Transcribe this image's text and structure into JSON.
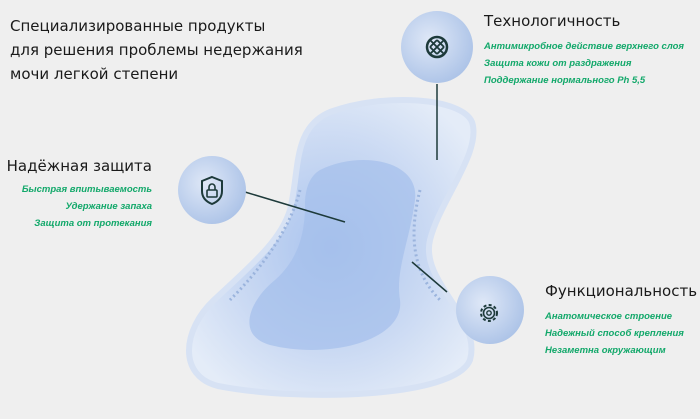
{
  "intro": {
    "lines": [
      "Специализированные продукты",
      "для решения проблемы недержания",
      "мочи легкой степени"
    ]
  },
  "protection": {
    "title": "Надёжная защита",
    "icon": "shield-lock-icon",
    "items": [
      "Быстрая впитываемость",
      "Удержание запаха",
      "Защита от протекания"
    ]
  },
  "technology": {
    "title": "Технологичность",
    "icon": "mesh-globe-icon",
    "items": [
      "Антимикробное действие верхнего слоя",
      "Защита кожи от раздражения",
      "Поддержание нормального Ph 5,5"
    ]
  },
  "functionality": {
    "title": "Функциональность",
    "icon": "gear-icon",
    "items": [
      "Анатомическое строение",
      "Надежный способ крепления",
      "Незаметна окружающим"
    ]
  },
  "colors": {
    "accent": "#12a86a",
    "text": "#1a1a1a",
    "background": "#efefef",
    "pad": "#c9d9f2",
    "icon": "#1d3a3a"
  }
}
